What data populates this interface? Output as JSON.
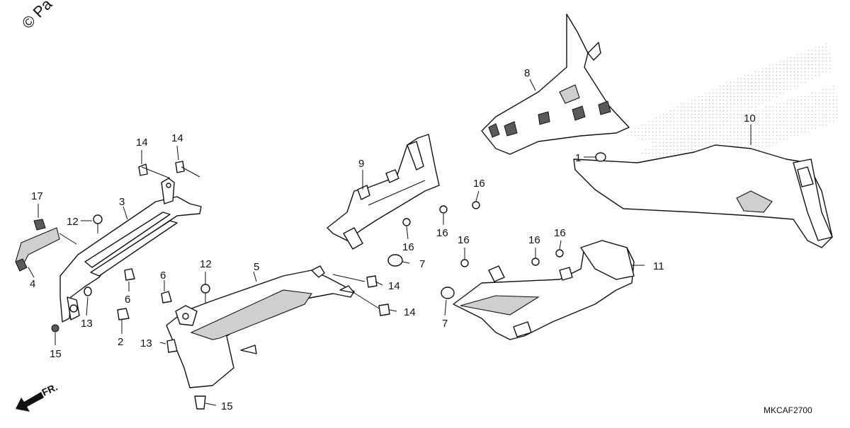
{
  "copyright_mark": "© Pa",
  "drawing_code": "MKCAF2700",
  "front_arrow_label": "FR.",
  "callouts": {
    "c1": "1",
    "c2": "2",
    "c3": "3",
    "c4": "4",
    "c5": "5",
    "c6a": "6",
    "c6b": "6",
    "c7a": "7",
    "c7b": "7",
    "c8": "8",
    "c9": "9",
    "c10": "10",
    "c11": "11",
    "c12a": "12",
    "c12b": "12",
    "c13a": "13",
    "c13b": "13",
    "c14a": "14",
    "c14b": "14",
    "c14c": "14",
    "c14d": "14",
    "c15a": "15",
    "c15b": "15",
    "c16a": "16",
    "c16b": "16",
    "c16c": "16",
    "c16d": "16",
    "c16e": "16",
    "c16f": "16",
    "c17": "17"
  },
  "watermark": {
    "color": "#bdbdbd"
  }
}
